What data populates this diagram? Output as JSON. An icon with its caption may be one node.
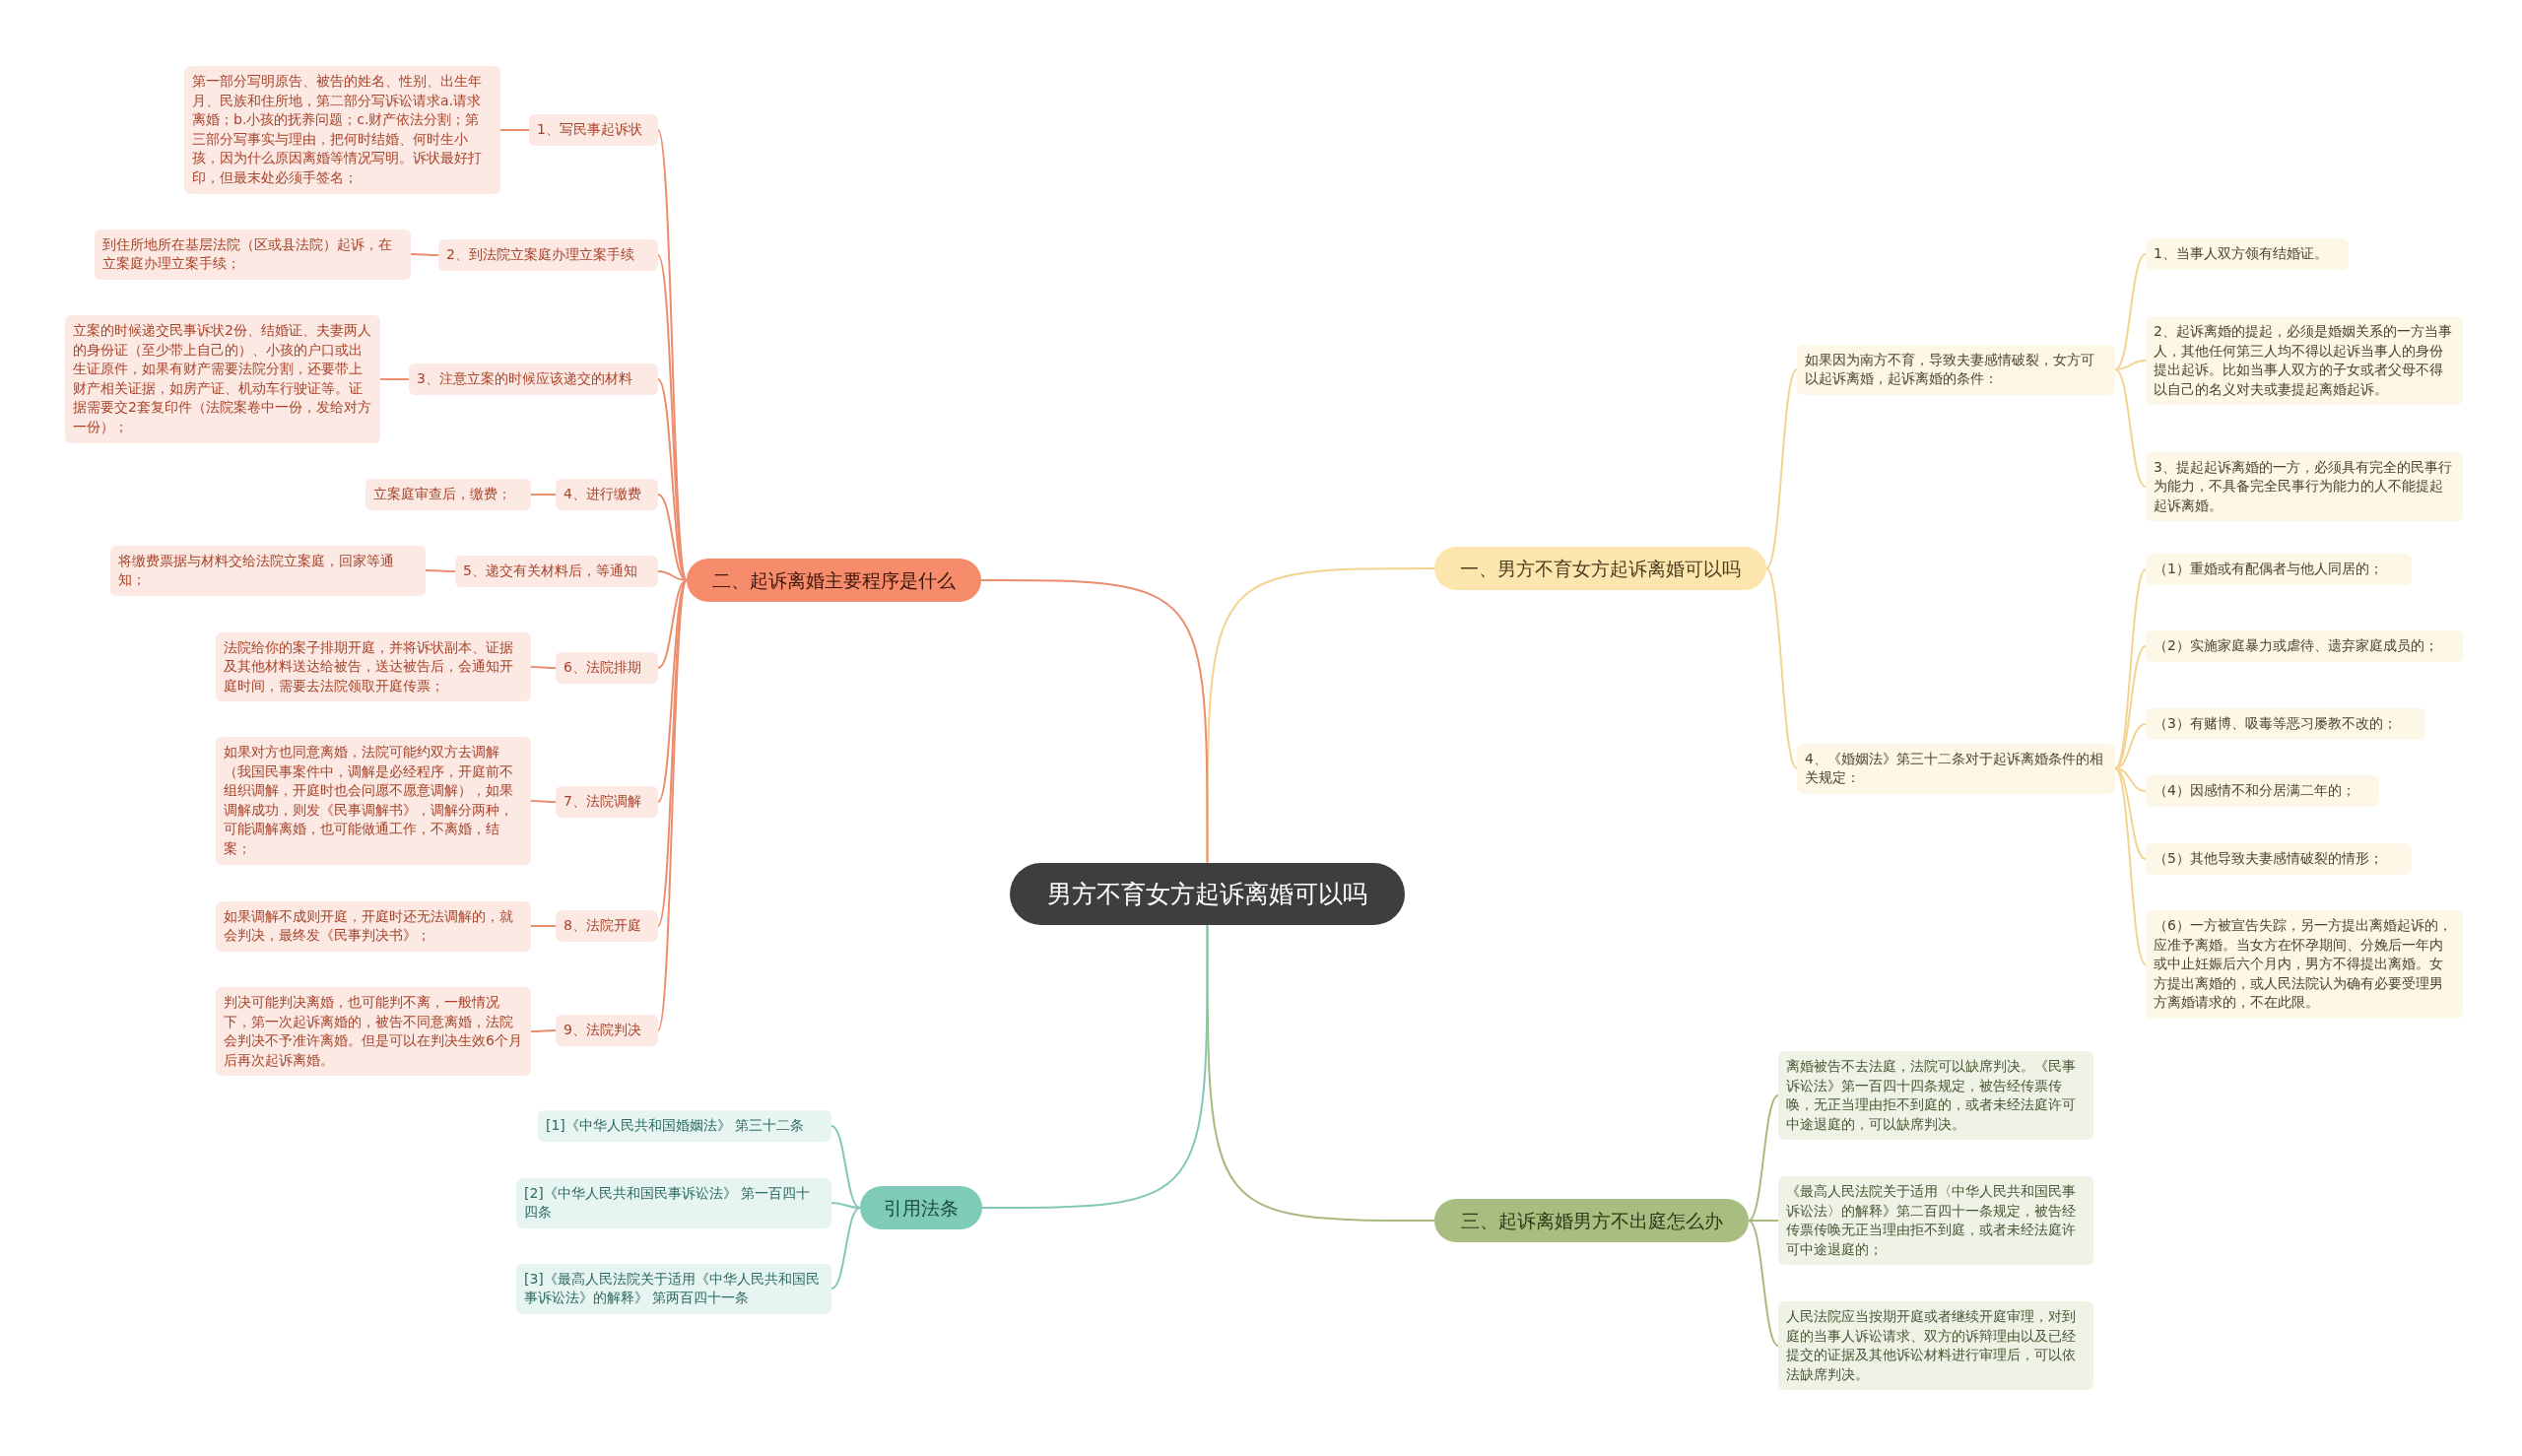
{
  "diagram": {
    "nodes": [
      {
        "text": [
          "男方不育女方起诉离婚可以吗"
        ]
      },
      {
        "text": [
          "一、男方不育女方起诉离婚可以吗"
        ]
      },
      {
        "text": [
          "如果因为南方不育，导致夫妻感情破裂，女方可以起诉离婚，起诉离婚的条件："
        ]
      },
      {
        "text": [
          "1、当事人双方领有结婚证。"
        ]
      },
      {
        "text": [
          "2、起诉离婚的提起，必须是婚姻关系的一方当事人，其他任何第三人均不得以起诉当事人的身份提出起诉。比如当事人双方的子女或者父母不得以自己的名义对夫或妻提起离婚起诉。"
        ]
      },
      {
        "text": [
          "3、提起起诉离婚的一方，必须具有完全的民事行为能力，不具备完全民事行为能力的人不能提起起诉离婚。"
        ]
      },
      {
        "text": [
          "4、《婚姻法》第三十二条对于起诉离婚条件的相关规定："
        ]
      },
      {
        "text": [
          "（1）重婚或有配偶者与他人同居的；"
        ]
      },
      {
        "text": [
          "（2）实施家庭暴力或虐待、遗弃家庭成员的；"
        ]
      },
      {
        "text": [
          "（3）有赌博、吸毒等恶习屡教不改的；"
        ]
      },
      {
        "text": [
          "（4）因感情不和分居满二年的；"
        ]
      },
      {
        "text": [
          "（5）其他导致夫妻感情破裂的情形；"
        ]
      },
      {
        "text": [
          "（6）一方被宣告失踪，另一方提出离婚起诉的，应准予离婚。当女方在怀孕期间、分娩后一年内或中止妊娠后六个月内，男方不得提出离婚。女方提出离婚的，或人民法院认为确有必要受理男方离婚请求的，不在此限。"
        ]
      },
      {
        "text": [
          "二、起诉离婚主要程序是什么"
        ]
      },
      {
        "text": [
          "1、写民事起诉状"
        ]
      },
      {
        "text": [
          "第一部分写明原告、被告的姓名、性别、出生年月、民族和住所地，第二部分写诉讼请求a.请求离婚；b.小孩的抚养问题；c.财产依法分割；第三部分写事实与理由，把何时结婚、何时生小孩，因为什么原因离婚等情况写明。诉状最好打印，但最末处必须手签名；"
        ]
      },
      {
        "text": [
          "2、到法院立案庭办理立案手续"
        ]
      },
      {
        "text": [
          "到住所地所在基层法院（区或县法院）起诉，在立案庭办理立案手续；"
        ]
      },
      {
        "text": [
          "3、注意立案的时候应该递交的材料"
        ]
      },
      {
        "text": [
          "立案的时候递交民事诉状2份、结婚证、夫妻两人的身份证（至少带上自己的）、小孩的户口或出生证原件，如果有财产需要法院分割，还要带上财产相关证据，如房产证、机动车行驶证等。证据需要交2套复印件（法院案卷中一份，发给对方一份）；"
        ]
      },
      {
        "text": [
          "4、进行缴费"
        ]
      },
      {
        "text": [
          "立案庭审查后，缴费；"
        ]
      },
      {
        "text": [
          "5、递交有关材料后，等通知"
        ]
      },
      {
        "text": [
          "将缴费票据与材料交给法院立案庭，回家等通知；"
        ]
      },
      {
        "text": [
          "6、法院排期"
        ]
      },
      {
        "text": [
          "法院给你的案子排期开庭，并将诉状副本、证据及其他材料送达给被告，送达被告后，会通知开庭时间，需要去法院领取开庭传票；"
        ]
      },
      {
        "text": [
          "7、法院调解"
        ]
      },
      {
        "text": [
          "如果对方也同意离婚，法院可能约双方去调解（我国民事案件中，调解是必经程序，开庭前不组织调解，开庭时也会问愿不愿意调解），如果调解成功，则发《民事调解书》，调解分两种，可能调解离婚，也可能做通工作，不离婚，结案；"
        ]
      },
      {
        "text": [
          "8、法院开庭"
        ]
      },
      {
        "text": [
          "如果调解不成则开庭，开庭时还无法调解的，就会判决，最终发《民事判决书》；"
        ]
      },
      {
        "text": [
          "9、法院判决"
        ]
      },
      {
        "text": [
          "判决可能判决离婚，也可能判不离，一般情况下，第一次起诉离婚的，被告不同意离婚，法院会判决不予准许离婚。但是可以在判决生效6个月后再次起诉离婚。"
        ]
      },
      {
        "text": [
          "三、起诉离婚男方不出庭怎么办"
        ]
      },
      {
        "text": [
          "离婚被告不去法庭，法院可以缺席判决。《民事诉讼法》第一百四十四条规定，被告经传票传唤，无正当理由拒不到庭的，或者未经法庭许可中途退庭的，可以缺席判决。"
        ]
      },
      {
        "text": [
          "《最高人民法院关于适用〈中华人民共和国民事诉讼法〉的解释》第二百四十一条规定，被告经传票传唤无正当理由拒不到庭，或者未经法庭许可中途退庭的；"
        ]
      },
      {
        "text": [
          "人民法院应当按期开庭或者继续开庭审理，对到庭的当事人诉讼请求、双方的诉辩理由以及已经提交的证据及其他诉讼材料进行审理后，可以依法缺席判决。"
        ]
      },
      {
        "text": [
          "引用法条"
        ]
      },
      {
        "text": [
          "[1]《中华人民共和国婚姻法》 第三十二条"
        ]
      },
      {
        "text": [
          "[2]《中华人民共和国民事诉讼法》 第一百四十四条"
        ]
      },
      {
        "text": [
          "[3]《最高人民法院关于适用《中华人民共和国民事诉讼法》的解释》 第两百四十一条"
        ]
      }
    ],
    "edges": [
      {
        "from": 0,
        "to": 1,
        "arrow": "none",
        "color": "#f3d390"
      },
      {
        "from": 1,
        "to": 2,
        "arrow": "none",
        "color": "#f3d390"
      },
      {
        "from": 2,
        "to": 3,
        "arrow": "none",
        "color": "#f3d390"
      },
      {
        "from": 2,
        "to": 4,
        "arrow": "none",
        "color": "#f3d390"
      },
      {
        "from": 2,
        "to": 5,
        "arrow": "none",
        "color": "#f3d390"
      },
      {
        "from": 1,
        "to": 6,
        "arrow": "none",
        "color": "#f3d390"
      },
      {
        "from": 6,
        "to": 7,
        "arrow": "none",
        "color": "#f3d390"
      },
      {
        "from": 6,
        "to": 8,
        "arrow": "none",
        "color": "#f3d390"
      },
      {
        "from": 6,
        "to": 9,
        "arrow": "none",
        "color": "#f3d390"
      },
      {
        "from": 6,
        "to": 10,
        "arrow": "none",
        "color": "#f3d390"
      },
      {
        "from": 6,
        "to": 11,
        "arrow": "none",
        "color": "#f3d390"
      },
      {
        "from": 6,
        "to": 12,
        "arrow": "none",
        "color": "#f3d390"
      },
      {
        "from": 0,
        "to": 13,
        "arrow": "none",
        "color": "#ec8d6e"
      },
      {
        "from": 13,
        "to": 14,
        "arrow": "none",
        "color": "#ec8d6e"
      },
      {
        "from": 14,
        "to": 15,
        "arrow": "none",
        "color": "#ec8d6e"
      },
      {
        "from": 13,
        "to": 16,
        "arrow": "none",
        "color": "#ec8d6e"
      },
      {
        "from": 16,
        "to": 17,
        "arrow": "none",
        "color": "#ec8d6e"
      },
      {
        "from": 13,
        "to": 18,
        "arrow": "none",
        "color": "#ec8d6e"
      },
      {
        "from": 18,
        "to": 19,
        "arrow": "none",
        "color": "#ec8d6e"
      },
      {
        "from": 13,
        "to": 20,
        "arrow": "none",
        "color": "#ec8d6e"
      },
      {
        "from": 20,
        "to": 21,
        "arrow": "none",
        "color": "#ec8d6e"
      },
      {
        "from": 13,
        "to": 22,
        "arrow": "none",
        "color": "#ec8d6e"
      },
      {
        "from": 22,
        "to": 23,
        "arrow": "none",
        "color": "#ec8d6e"
      },
      {
        "from": 13,
        "to": 24,
        "arrow": "none",
        "color": "#ec8d6e"
      },
      {
        "from": 24,
        "to": 25,
        "arrow": "none",
        "color": "#ec8d6e"
      },
      {
        "from": 13,
        "to": 26,
        "arrow": "none",
        "color": "#ec8d6e"
      },
      {
        "from": 26,
        "to": 27,
        "arrow": "none",
        "color": "#ec8d6e"
      },
      {
        "from": 13,
        "to": 28,
        "arrow": "none",
        "color": "#ec8d6e"
      },
      {
        "from": 28,
        "to": 29,
        "arrow": "none",
        "color": "#ec8d6e"
      },
      {
        "from": 13,
        "to": 30,
        "arrow": "none",
        "color": "#ec8d6e"
      },
      {
        "from": 30,
        "to": 31,
        "arrow": "none",
        "color": "#ec8d6e"
      },
      {
        "from": 0,
        "to": 32,
        "arrow": "none",
        "color": "#a7b97d"
      },
      {
        "from": 32,
        "to": 33,
        "arrow": "none",
        "color": "#a7b97d"
      },
      {
        "from": 32,
        "to": 34,
        "arrow": "none",
        "color": "#a7b97d"
      },
      {
        "from": 32,
        "to": 35,
        "arrow": "none",
        "color": "#a7b97d"
      },
      {
        "from": 0,
        "to": 36,
        "arrow": "none",
        "color": "#84c7b6"
      },
      {
        "from": 36,
        "to": 37,
        "arrow": "none",
        "color": "#84c7b6"
      },
      {
        "from": 36,
        "to": 38,
        "arrow": "none",
        "color": "#84c7b6"
      },
      {
        "from": 36,
        "to": 39,
        "arrow": "none",
        "color": "#84c7b6"
      }
    ]
  }
}
